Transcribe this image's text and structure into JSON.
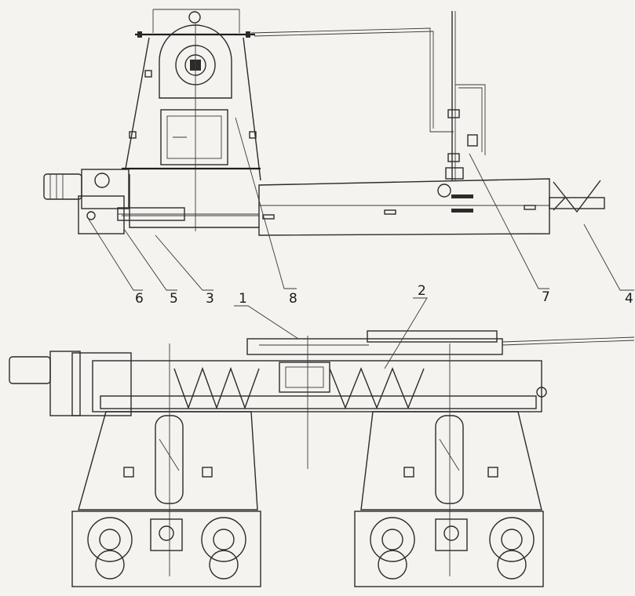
{
  "diagram": {
    "callouts": [
      {
        "id": "c6",
        "label": "6"
      },
      {
        "id": "c5",
        "label": "5"
      },
      {
        "id": "c3",
        "label": "3"
      },
      {
        "id": "c8",
        "label": "8"
      },
      {
        "id": "c7",
        "label": "7"
      },
      {
        "id": "c4",
        "label": "4"
      },
      {
        "id": "c1",
        "label": "1"
      },
      {
        "id": "c2",
        "label": "2"
      }
    ],
    "colors": {
      "paper": "#f5f3ef",
      "ink": "#2b2b2b"
    }
  }
}
